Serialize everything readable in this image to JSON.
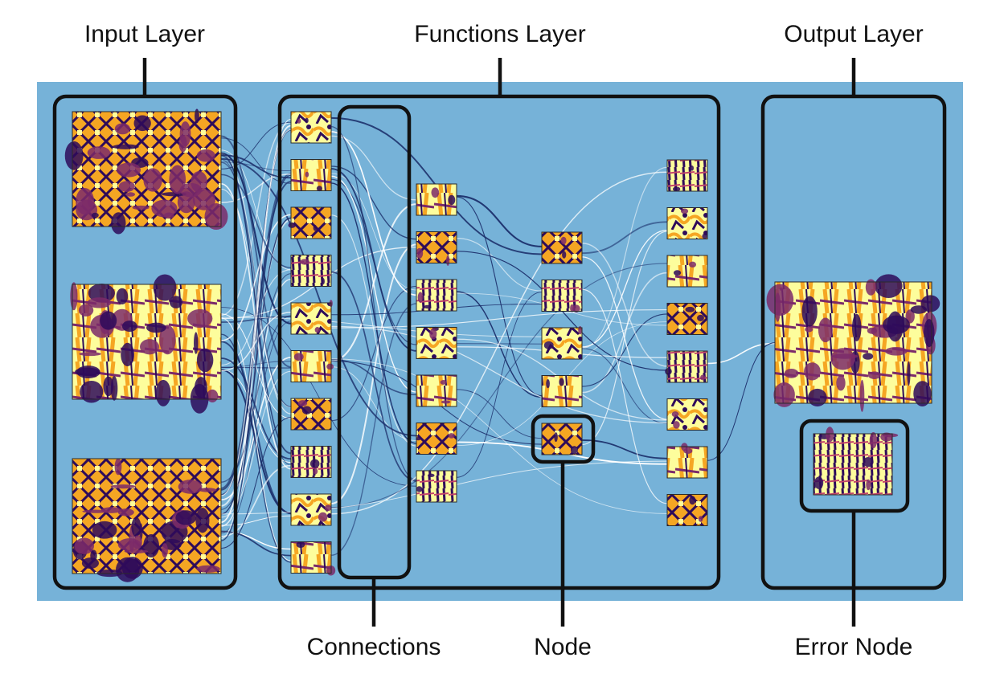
{
  "labels": {
    "input_layer": "Input Layer",
    "functions_layer": "Functions Layer",
    "output_layer": "Output Layer",
    "connections": "Connections",
    "node": "Node",
    "error_node": "Error Node"
  },
  "colors": {
    "background_panel": "#76b2d8",
    "frame": "#111111",
    "connection_dark": "#1c2f6b",
    "connection_light": "#ffffff",
    "tile_light": "#fdfd9c",
    "tile_mid": "#f5a623",
    "tile_dark": "#2e0b5a"
  },
  "structure": {
    "input_nodes": 3,
    "function_columns": [
      10,
      7,
      5,
      8
    ],
    "output_nodes": 1,
    "error_nodes": 1
  }
}
